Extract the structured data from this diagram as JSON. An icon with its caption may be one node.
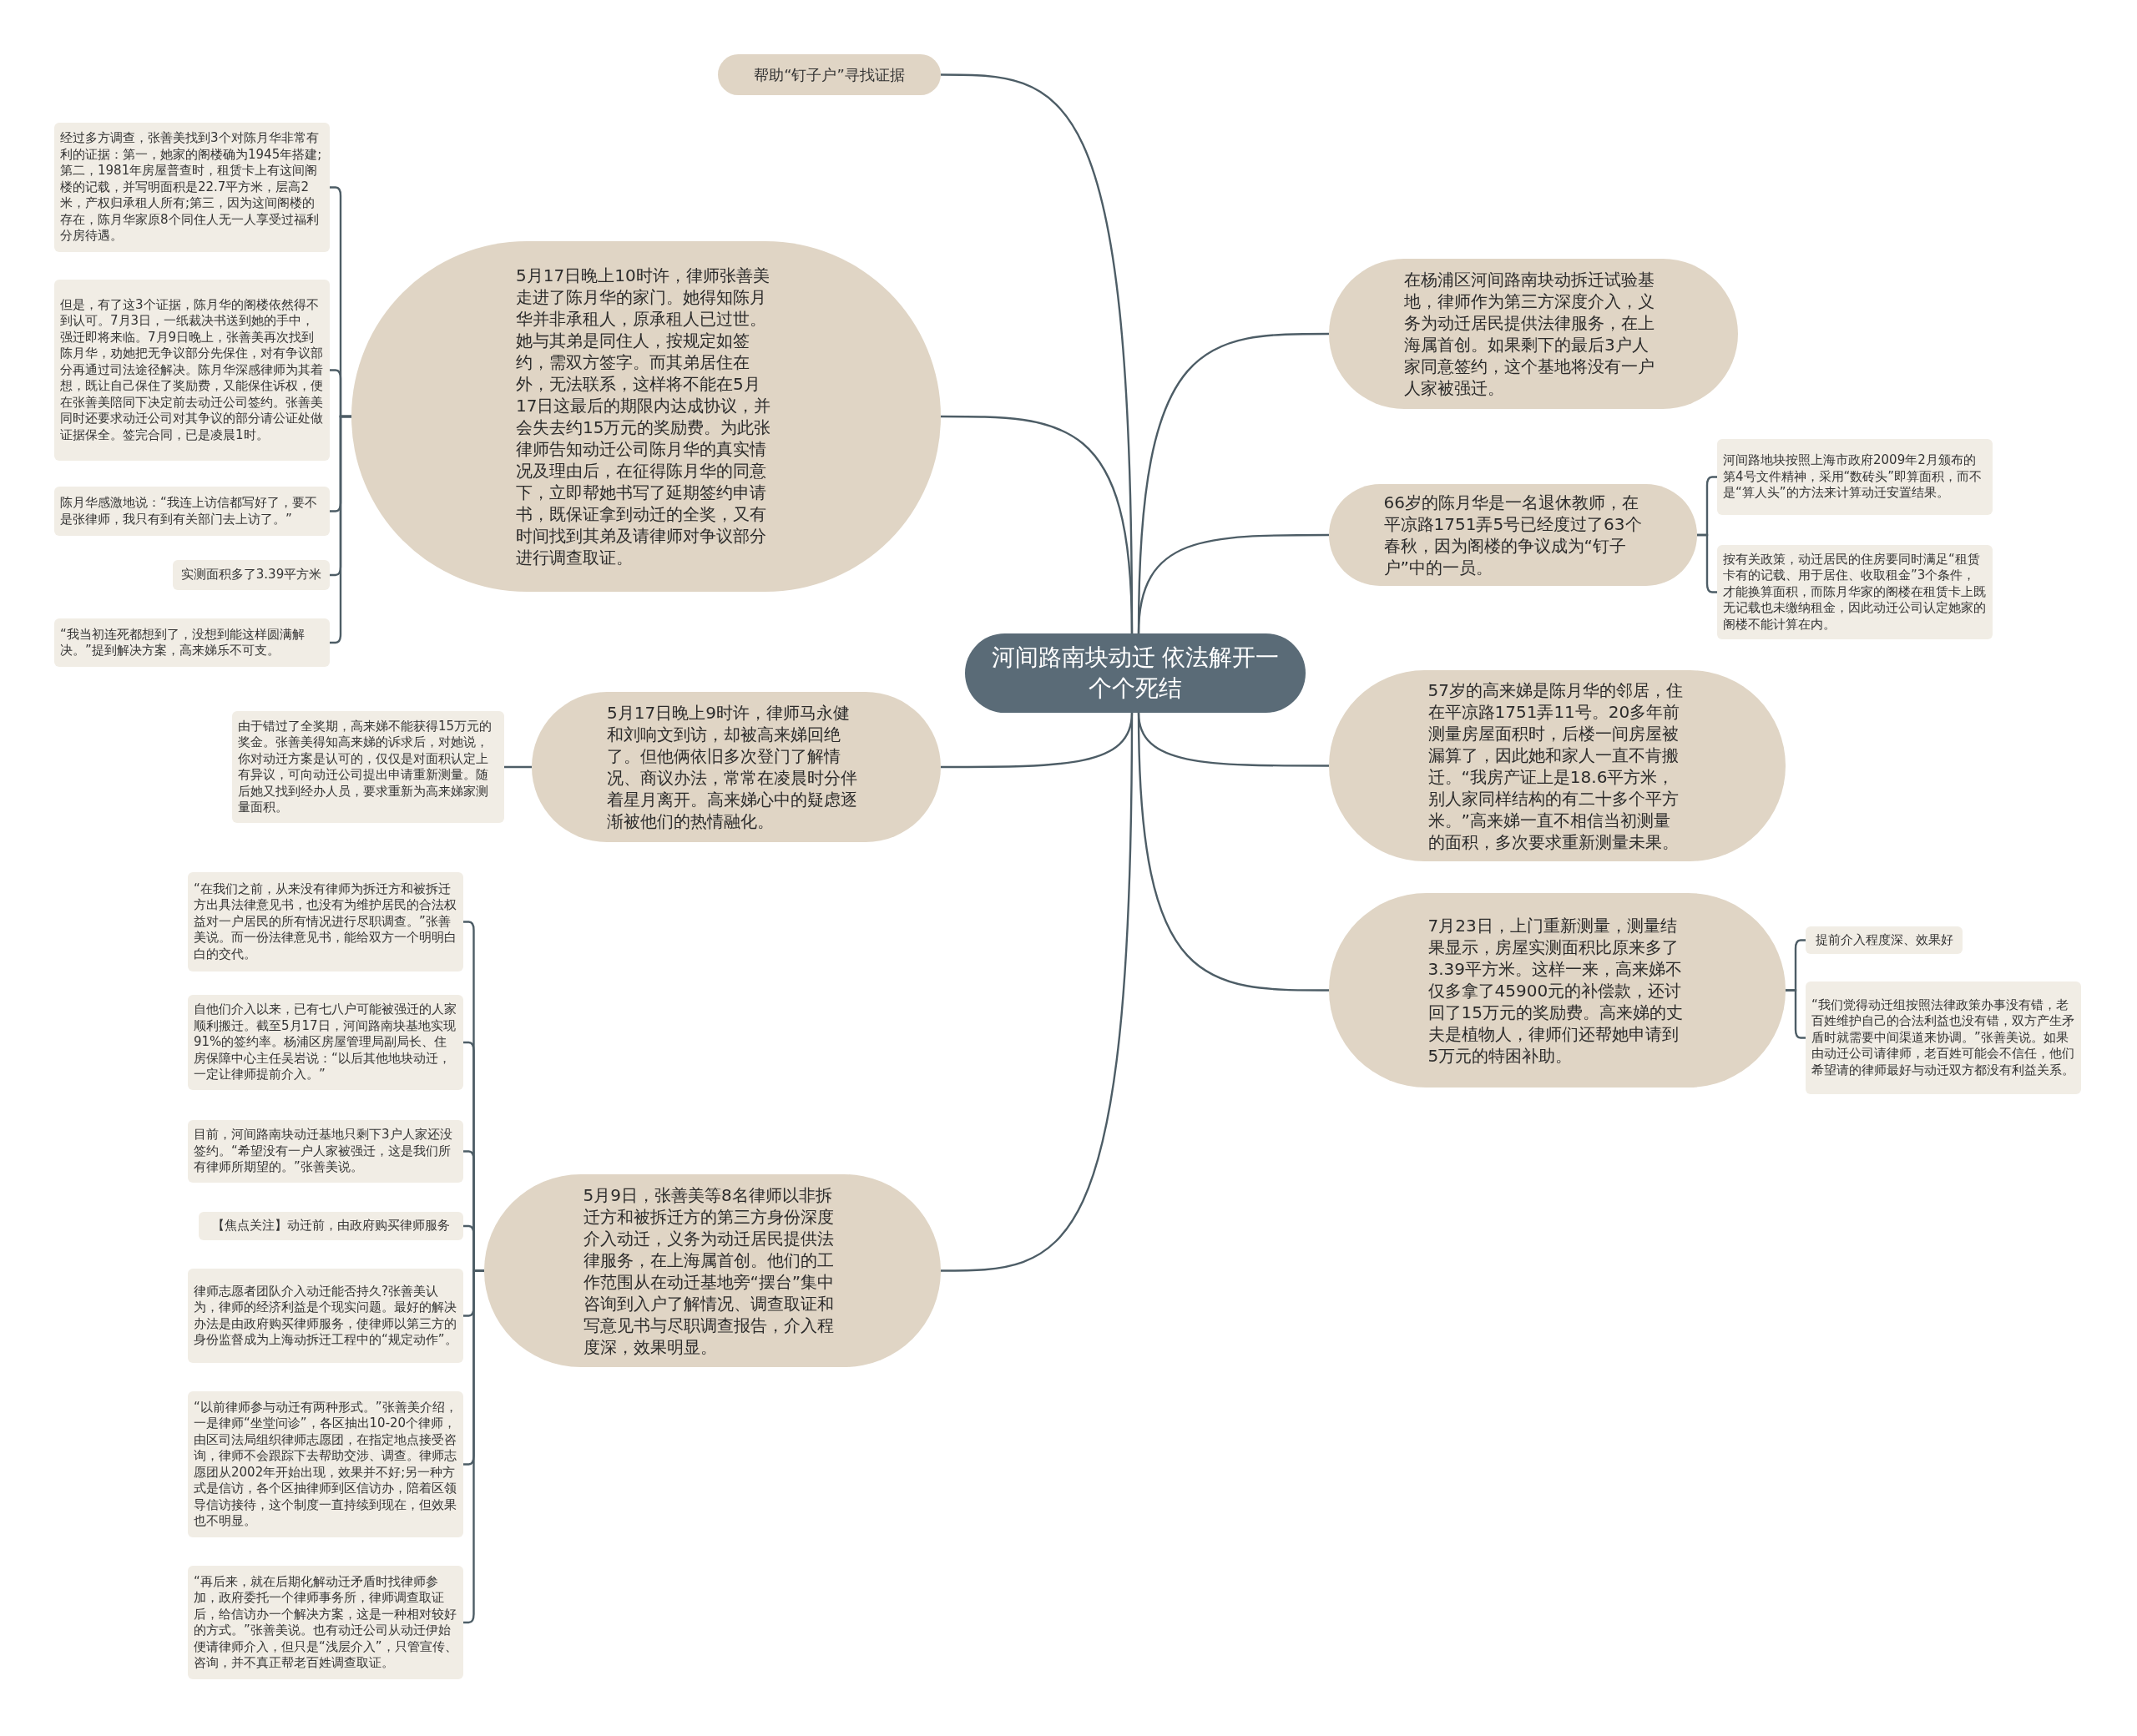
{
  "diagram": {
    "nodes": [
      {
        "text": [
          "河间路南块动迁 依法解开一个个死结"
        ]
      },
      {
        "text": [
          "帮助“钉子户”寻找证据"
        ]
      },
      {
        "text": [
          "5月17日晚上10时许，律师张善美走进了陈月华的家门。她得知陈月华并非承租人，原承租人已过世。她与其弟是同住人，按规定如签约，需双方签字。而其弟居住在外，无法联系，这样将不能在5月17日这最后的期限内达成协议，并会失去约15万元的奖励费。为此张律师告知动迁公司陈月华的真实情况及理由后，在征得陈月华的同意下，立即帮她书写了延期签约申请书，既保证拿到动迁的全奖，又有时间找到其弟及请律师对争议部分进行调查取证。"
        ]
      },
      {
        "text": [
          "经过多方调查，张善美找到3个对陈月华非常有利的证据：第一，她家的阁楼确为1945年搭建;第二，1981年房屋普查时，租赁卡上有这间阁楼的记载，并写明面积是22.7平方米，层高2米，产权归承租人所有;第三，因为这间阁楼的存在，陈月华家原8个同住人无一人享受过福利分房待遇。"
        ]
      },
      {
        "text": [
          "但是，有了这3个证据，陈月华的阁楼依然得不到认可。7月3日，一纸裁决书送到她的手中，强迁即将来临。7月9日晚上，张善美再次找到陈月华，劝她把无争议部分先保住，对有争议部分再通过司法途径解决。陈月华深感律师为其着想，既让自己保住了奖励费，又能保住诉权，便在张善美陪同下决定前去动迁公司签约。张善美同时还要求动迁公司对其争议的部分请公证处做证据保全。签完合同，已是凌晨1时。"
        ]
      },
      {
        "text": [
          "陈月华感激地说：“我连上访信都写好了，要不是张律师，我只有到有关部门去上访了。”"
        ]
      },
      {
        "text": [
          "实测面积多了3.39平方米"
        ]
      },
      {
        "text": [
          "“我当初连死都想到了，没想到能这样圆满解决。”提到解决方案，高来娣乐不可支。"
        ]
      },
      {
        "text": [
          "在杨浦区河间路南块动拆迁试验基地，律师作为第三方深度介入，义务为动迁居民提供法律服务，在上海属首创。如果剩下的最后3户人家同意签约，这个基地将没有一户人家被强迁。"
        ]
      },
      {
        "text": [
          "66岁的陈月华是一名退休教师，在平凉路1751弄5号已经度过了63个春秋，因为阁楼的争议成为“钉子户”中的一员。"
        ]
      },
      {
        "text": [
          "河间路地块按照上海市政府2009年2月颁布的第4号文件精神，采用“数砖头”即算面积，而不是“算人头”的方法来计算动迁安置结果。"
        ]
      },
      {
        "text": [
          "按有关政策，动迁居民的住房要同时满足“租赁卡有的记载、用于居住、收取租金”3个条件，才能换算面积，而陈月华家的阁楼在租赁卡上既无记载也未缴纳租金，因此动迁公司认定她家的阁楼不能计算在内。"
        ]
      },
      {
        "text": [
          "5月17日晚上9时许，律师马永健和刘响文到访，却被高来娣回绝了。但他俩依旧多次登门了解情况、商议办法，常常在凌晨时分伴着星月离开。高来娣心中的疑虑逐渐被他们的热情融化。"
        ]
      },
      {
        "text": [
          "由于错过了全奖期，高来娣不能获得15万元的奖金。张善美得知高来娣的诉求后，对她说，你对动迁方案是认可的，仅仅是对面积认定上有异议，可向动迁公司提出申请重新测量。随后她又找到经办人员，要求重新为高来娣家测量面积。"
        ]
      },
      {
        "text": [
          "57岁的高来娣是陈月华的邻居，住在平凉路1751弄11号。20多年前测量房屋面积时，后楼一间房屋被漏算了，因此她和家人一直不肯搬迁。“我房产证上是18.6平方米，别人家同样结构的有二十多个平方米。”高来娣一直不相信当初测量的面积，多次要求重新测量未果。"
        ]
      },
      {
        "text": [
          "7月23日，上门重新测量，测量结果显示，房屋实测面积比原来多了3.39平方米。这样一来，高来娣不仅多拿了45900元的补偿款，还讨回了15万元的奖励费。高来娣的丈夫是植物人，律师们还帮她申请到5万元的特困补助。"
        ]
      },
      {
        "text": [
          "提前介入程度深、效果好"
        ]
      },
      {
        "text": [
          "“我们觉得动迁组按照法律政策办事没有错，老百姓维护自己的合法利益也没有错，双方产生矛盾时就需要中间渠道来协调。”张善美说。如果由动迁公司请律师，老百姓可能会不信任，他们希望请的律师最好与动迁双方都没有利益关系。"
        ]
      },
      {
        "text": [
          "5月9日，张善美等8名律师以非拆迁方和被拆迁方的第三方身份深度介入动迁，义务为动迁居民提供法律服务，在上海属首创。他们的工作范围从在动迁基地旁“摆台”集中咨询到入户了解情况、调查取证和写意见书与尽职调查报告，介入程度深，效果明显。"
        ]
      },
      {
        "text": [
          "“在我们之前，从来没有律师为拆迁方和被拆迁方出具法律意见书，也没有为维护居民的合法权益对一户居民的所有情况进行尽职调查。”张善美说。而一份法律意见书，能给双方一个明明白白的交代。"
        ]
      },
      {
        "text": [
          "自他们介入以来，已有七八户可能被强迁的人家顺利搬迁。截至5月17日，河间路南块基地实现91%的签约率。杨浦区房屋管理局副局长、住房保障中心主任吴岩说：“以后其他地块动迁，一定让律师提前介入。”"
        ]
      },
      {
        "text": [
          "目前，河间路南块动迁基地只剩下3户人家还没签约。“希望没有一户人家被强迁，这是我们所有律师所期望的。”张善美说。"
        ]
      },
      {
        "text": [
          "【焦点关注】动迁前，由政府购买律师服务"
        ]
      },
      {
        "text": [
          "律师志愿者团队介入动迁能否持久?张善美认为，律师的经济利益是个现实问题。最好的解决办法是由政府购买律师服务，使律师以第三方的身份监督成为上海动拆迁工程中的“规定动作”。"
        ]
      },
      {
        "text": [
          "“以前律师参与动迁有两种形式。”张善美介绍，一是律师“坐堂问诊”，各区抽出10-20个律师，由区司法局组织律师志愿团，在指定地点接受咨询，律师不会跟踪下去帮助交涉、调查。律师志愿团从2002年开始出现，效果并不好;另一种方式是信访，各个区抽律师到区信访办，陪着区领导信访接待，这个制度一直持续到现在，但效果也不明显。"
        ]
      },
      {
        "text": [
          "“再后来，就在后期化解动迁矛盾时找律师参加，政府委托一个律师事务所，律师调查取证后，给信访办一个解决方案，这是一种相对较好的方式。”张善美说。也有动迁公司从动迁伊始便请律师介入，但只是“浅层介入”，只管宣传、咨询，并不真正帮老百姓调查取证。"
        ]
      }
    ],
    "edges": [
      {
        "from": 0,
        "to": 1,
        "arrow": "none"
      },
      {
        "from": 0,
        "to": 2,
        "arrow": "none"
      },
      {
        "from": 0,
        "to": 8,
        "arrow": "none"
      },
      {
        "from": 0,
        "to": 9,
        "arrow": "none"
      },
      {
        "from": 0,
        "to": 12,
        "arrow": "none"
      },
      {
        "from": 0,
        "to": 14,
        "arrow": "none"
      },
      {
        "from": 0,
        "to": 15,
        "arrow": "none"
      },
      {
        "from": 0,
        "to": 18,
        "arrow": "none"
      },
      {
        "from": 2,
        "to": 3,
        "arrow": "none"
      },
      {
        "from": 2,
        "to": 4,
        "arrow": "none"
      },
      {
        "from": 2,
        "to": 5,
        "arrow": "none"
      },
      {
        "from": 2,
        "to": 6,
        "arrow": "none"
      },
      {
        "from": 2,
        "to": 7,
        "arrow": "none"
      },
      {
        "from": 9,
        "to": 10,
        "arrow": "none"
      },
      {
        "from": 9,
        "to": 11,
        "arrow": "none"
      },
      {
        "from": 12,
        "to": 13,
        "arrow": "none"
      },
      {
        "from": 15,
        "to": 16,
        "arrow": "none"
      },
      {
        "from": 15,
        "to": 17,
        "arrow": "none"
      },
      {
        "from": 18,
        "to": 19,
        "arrow": "none"
      },
      {
        "from": 18,
        "to": 20,
        "arrow": "none"
      },
      {
        "from": 18,
        "to": 21,
        "arrow": "none"
      },
      {
        "from": 18,
        "to": 22,
        "arrow": "none"
      },
      {
        "from": 18,
        "to": 23,
        "arrow": "none"
      },
      {
        "from": 18,
        "to": 24,
        "arrow": "none"
      },
      {
        "from": 18,
        "to": 25,
        "arrow": "none"
      }
    ]
  }
}
